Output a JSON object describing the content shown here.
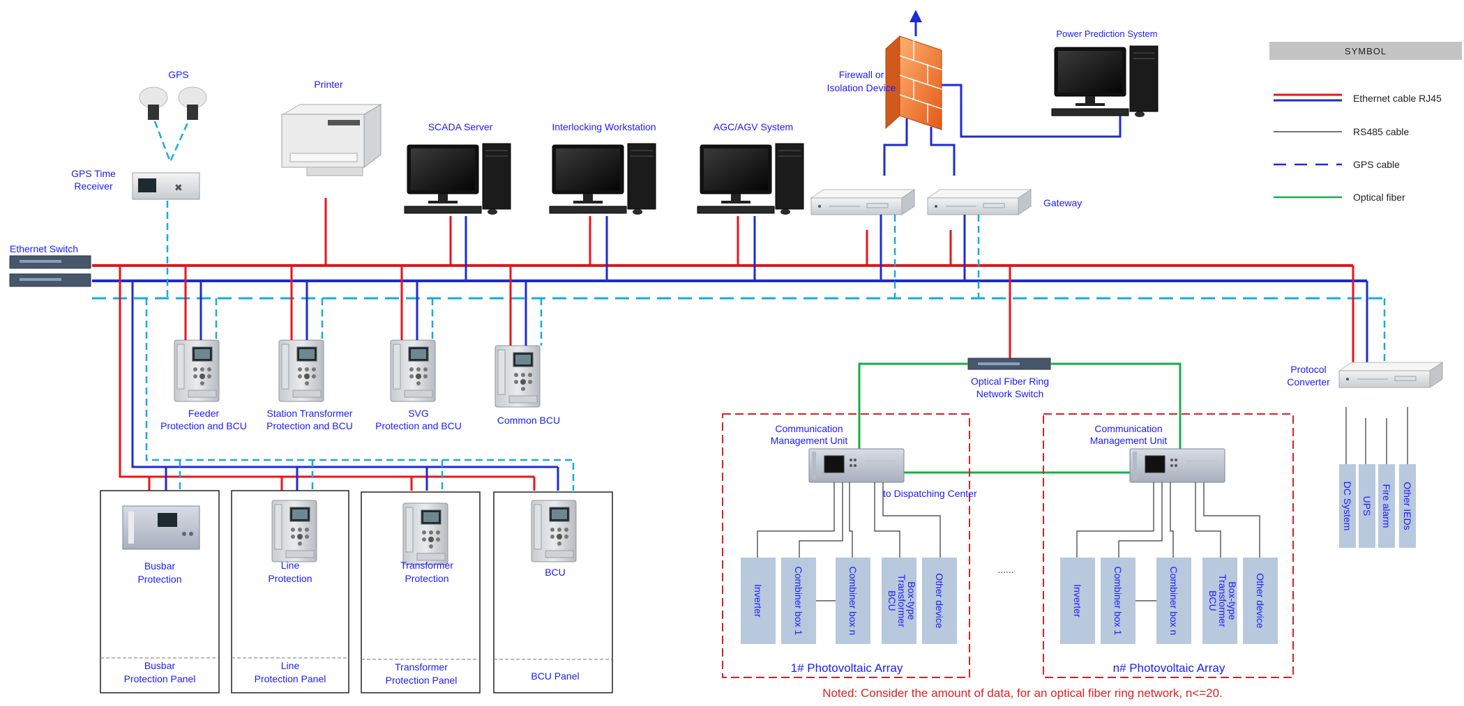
{
  "symbol": {
    "title": "SYMBOL",
    "items": [
      {
        "label": "Ethernet cable RJ45"
      },
      {
        "label": "RS485 cable"
      },
      {
        "label": "GPS cable"
      },
      {
        "label": "Optical fiber"
      }
    ]
  },
  "colors": {
    "red": "#e8141b",
    "blue": "#1c2bd6",
    "cyan": "#18a9e0",
    "green": "#19ac48",
    "label": "#1a1aff",
    "note": "#e02020"
  },
  "labels": {
    "gps": "GPS",
    "gps_receiver_1": "GPS Time",
    "gps_receiver_2": "Receiver",
    "printer": "Printer",
    "ethernet_switch": "Ethernet Switch",
    "scada": "SCADA Server",
    "interlocking": "Interlocking Workstation",
    "agc": "AGC/AGV System",
    "firewall_1": "Firewall or",
    "firewall_2": "Isolation Device",
    "power_prediction": "Power Prediction System",
    "gateway": "Gateway",
    "feeder_1": "Feeder",
    "feeder_2": "Protection and BCU",
    "station_tr_1": "Station Transformer",
    "station_tr_2": "Protection and BCU",
    "svg_1": "SVG",
    "svg_2": "Protection and BCU",
    "common_bcu": "Common BCU",
    "optical_switch_1": "Optical Fiber Ring",
    "optical_switch_2": "Network Switch",
    "protocol_1": "Protocol",
    "protocol_2": "Converter",
    "cmu_1": "Communication",
    "cmu_2": "Management Unit",
    "cmu_n_1": "Communication",
    "cmu_n_2": "Management Unit",
    "dispatching": "to Dispatching Center",
    "ellipsis": "......",
    "pv_array_1": "1# Photovoltaic Array",
    "pv_array_n": "n# Photovoltaic Array",
    "note": "Noted: Consider the amount of data, for an optical fiber ring network, n<=20."
  },
  "panels": [
    {
      "device_1": "Busbar",
      "device_2": "Protection",
      "panel_1": "Busbar",
      "panel_2": "Protection Panel"
    },
    {
      "device_1": "Line",
      "device_2": "Protection",
      "panel_1": "Line",
      "panel_2": "Protection Panel"
    },
    {
      "device_1": "Transformer",
      "device_2": "Protection",
      "panel_1": "Transformer",
      "panel_2": "Protection Panel"
    },
    {
      "device_1": "BCU",
      "device_2": "",
      "panel_1": "BCU Panel",
      "panel_2": ""
    }
  ],
  "pv_devices": [
    {
      "l1": "Inverter",
      "l2": "",
      "l3": ""
    },
    {
      "l1": "Combiner box 1",
      "l2": "",
      "l3": ""
    },
    {
      "l1": "Combiner box n",
      "l2": "",
      "l3": ""
    },
    {
      "l1": "Box-type",
      "l2": "Transformer",
      "l3": "BCU"
    },
    {
      "l1": "Other device",
      "l2": "",
      "l3": ""
    }
  ],
  "right_devices": [
    {
      "label": "DC System"
    },
    {
      "label": "UPS"
    },
    {
      "label": "Fire alarm"
    },
    {
      "label": "Other IEDs"
    }
  ]
}
